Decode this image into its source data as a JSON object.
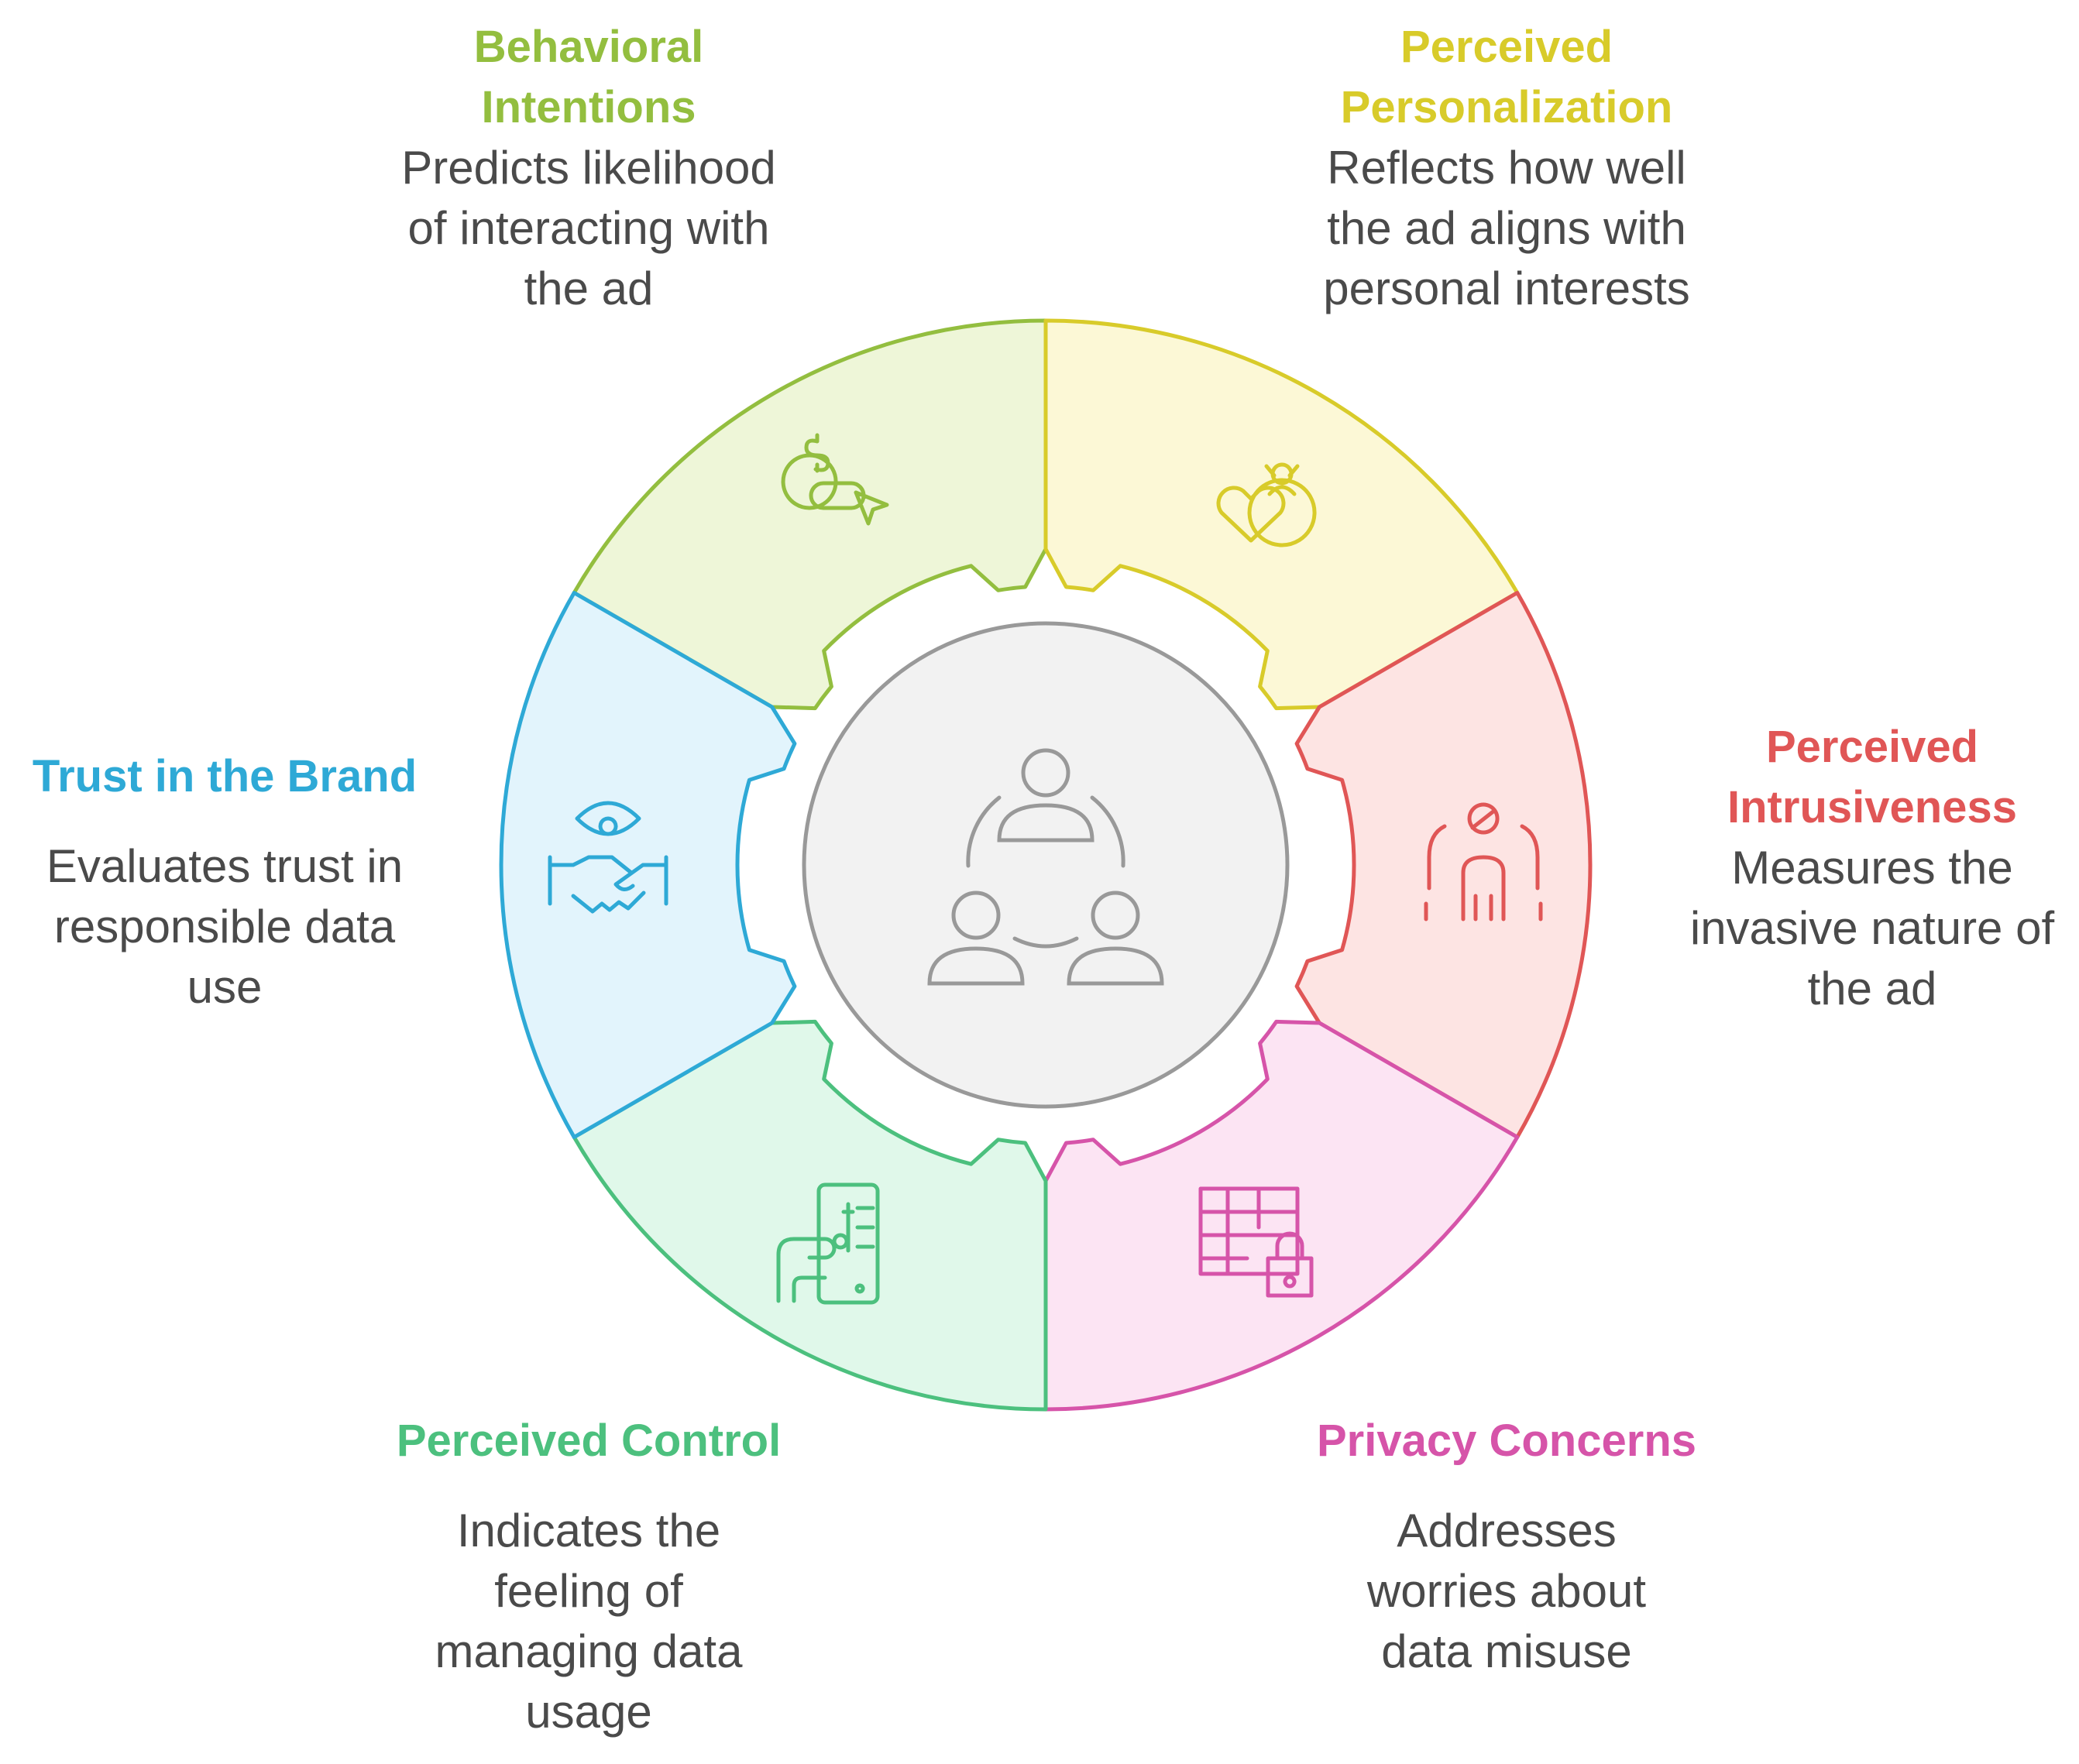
{
  "segments": [
    {
      "key": "behavioral",
      "title_lines": [
        "Behavioral",
        "Intentions"
      ],
      "desc_lines": [
        "Predicts likelihood",
        "of interacting with",
        "the ad"
      ],
      "color": "#93BE3F",
      "fill": "#EEF6D8",
      "icon": "dollar-cursor-icon"
    },
    {
      "key": "personalization",
      "title_lines": [
        "Perceived",
        "Personalization"
      ],
      "desc_lines": [
        "Reflects how well",
        "the ad aligns with",
        "personal interests"
      ],
      "color": "#D8CB2A",
      "fill": "#FCF8D6",
      "icon": "heart-person-icon"
    },
    {
      "key": "intrusiveness",
      "title_lines": [
        "Perceived",
        "Intrusiveness"
      ],
      "desc_lines": [
        "Measures the",
        "invasive nature of",
        "the ad"
      ],
      "color": "#E05656",
      "fill": "#FDE4E3",
      "icon": "intrusive-person-icon"
    },
    {
      "key": "privacy",
      "title_lines": [
        "Privacy Concerns"
      ],
      "desc_lines": [
        "Addresses",
        "worries about",
        "data misuse"
      ],
      "color": "#D654A9",
      "fill": "#FCE4F3",
      "icon": "table-lock-icon"
    },
    {
      "key": "control",
      "title_lines": [
        "Perceived Control"
      ],
      "desc_lines": [
        "Indicates the",
        "feeling of",
        "managing data",
        "usage"
      ],
      "color": "#4CC07E",
      "fill": "#E0F8EA",
      "icon": "hand-phone-settings-icon"
    },
    {
      "key": "trust",
      "title_lines": [
        "Trust in the Brand"
      ],
      "desc_lines": [
        "Evaluates trust in",
        "responsible data",
        "use"
      ],
      "color": "#2EA9D6",
      "fill": "#E2F4FC",
      "icon": "eye-handshake-icon"
    }
  ],
  "center": {
    "icon": "group-people-icon",
    "fill": "#F2F2F2",
    "stroke": "#999999"
  }
}
